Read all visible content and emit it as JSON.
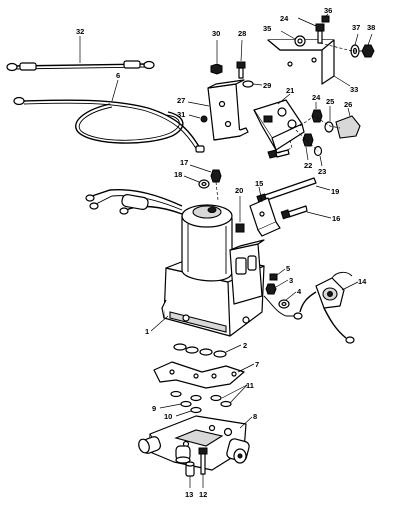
{
  "callouts": {
    "c1": "1",
    "c2": "2",
    "c3": "3",
    "c4": "4",
    "c5": "5",
    "c6": "6",
    "c7": "7",
    "c8": "8",
    "c9": "9",
    "c10": "10",
    "c11": "11",
    "c12": "12",
    "c13": "13",
    "c14": "14",
    "c15": "15",
    "c16": "16",
    "c17": "17",
    "c18": "18",
    "c19": "19",
    "c20": "20",
    "c21": "21",
    "c22": "22",
    "c23": "23",
    "c24a": "24",
    "c24b": "24",
    "c25": "25",
    "c26": "26",
    "c27": "27",
    "c28": "28",
    "c29": "29",
    "c30": "30",
    "c31": "31",
    "c32": "32",
    "c33": "33",
    "c35": "35",
    "c36": "36",
    "c37": "37",
    "c38": "38"
  }
}
